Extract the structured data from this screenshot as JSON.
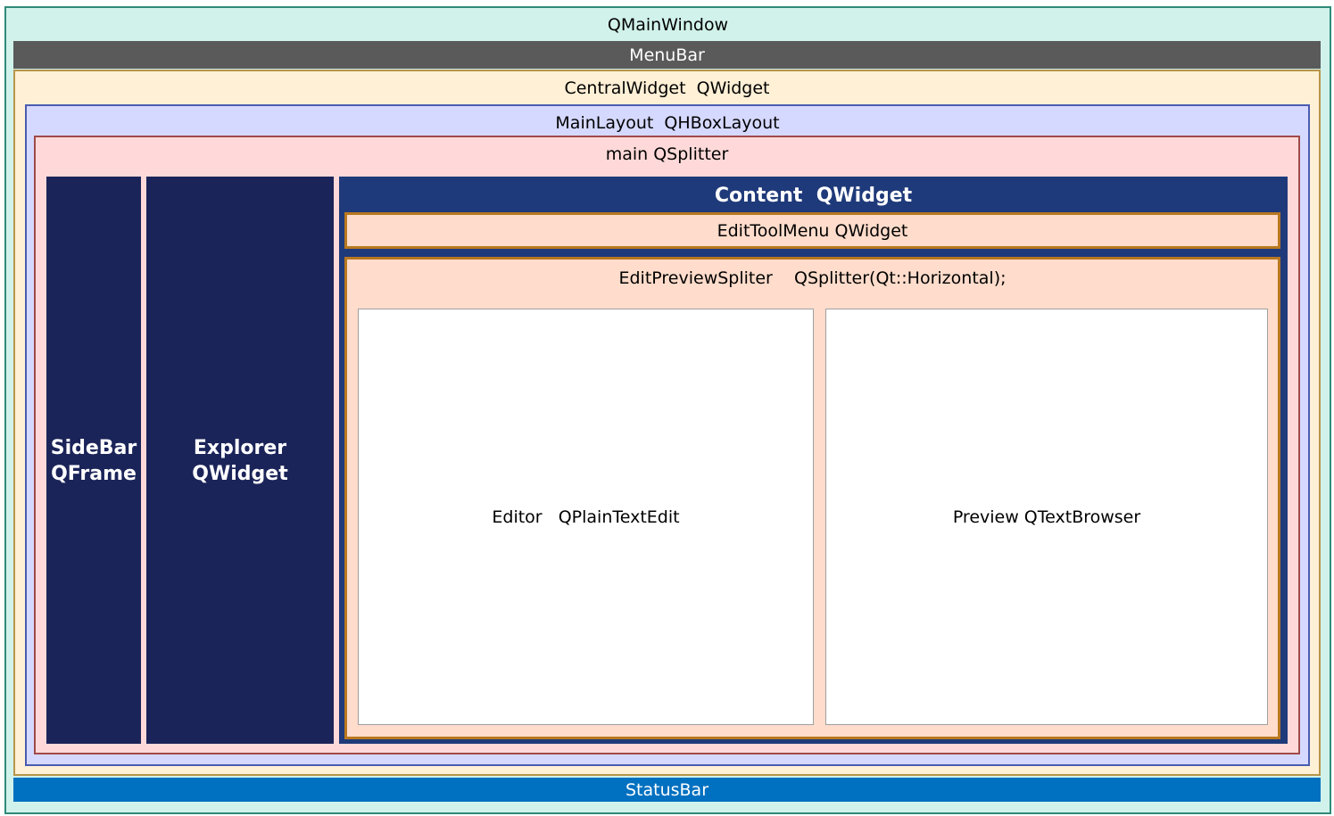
{
  "qmainwindow": {
    "label": "QMainWindow",
    "color": "#d1f2eb"
  },
  "menubar": {
    "label": "MenuBar",
    "color": "#5a5a5a"
  },
  "centralwidget": {
    "label": "CentralWidget  QWidget",
    "color": "#fff0d6"
  },
  "mainlayout": {
    "label": "MainLayout  QHBoxLayout",
    "color": "#d6d9ff"
  },
  "mainsplitter": {
    "label": "main QSplitter",
    "color": "#ffd9d9"
  },
  "sidebar": {
    "line1": "SideBar",
    "line2": "QFrame",
    "color": "#1b2459"
  },
  "explorer": {
    "line1": "Explorer",
    "line2": "QWidget",
    "color": "#1b2459"
  },
  "content": {
    "label": "Content  QWidget",
    "color": "#1f3a7a"
  },
  "edittoolmenu": {
    "label": "EditToolMenu QWidget",
    "color": "#ffdccb"
  },
  "editpreviewsplitter": {
    "label": "EditPreviewSpliter    QSplitter(Qt::Horizontal);",
    "color": "#ffdccb"
  },
  "editor": {
    "label": "Editor   QPlainTextEdit"
  },
  "preview": {
    "label": "Preview QTextBrowser"
  },
  "statusbar": {
    "label": "StatusBar",
    "color": "#0070c0"
  }
}
